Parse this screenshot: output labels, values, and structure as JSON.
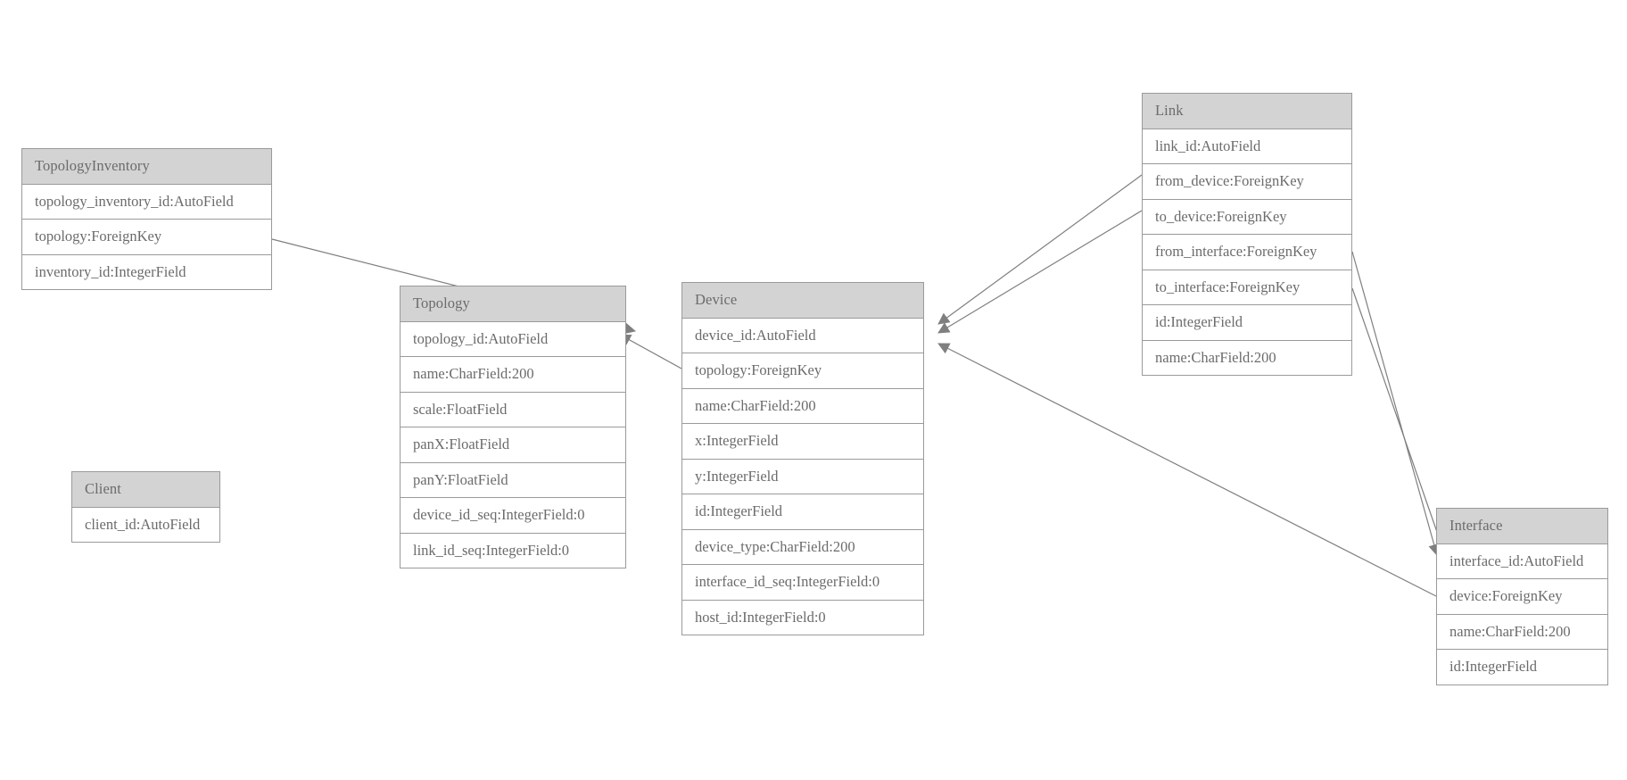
{
  "diagram": {
    "type": "django-model-er-diagram",
    "background": "#ffffff",
    "header_fill": "#d3d3d3",
    "border_color": "#9a9a9a",
    "text_color": "#6b6b6b",
    "edge_color": "#7f7f7f"
  },
  "entities": {
    "topology_inventory": {
      "name": "TopologyInventory",
      "fields": [
        "topology_inventory_id:AutoField",
        "topology:ForeignKey",
        "inventory_id:IntegerField"
      ]
    },
    "client": {
      "name": "Client",
      "fields": [
        "client_id:AutoField"
      ]
    },
    "topology": {
      "name": "Topology",
      "fields": [
        "topology_id:AutoField",
        "name:CharField:200",
        "scale:FloatField",
        "panX:FloatField",
        "panY:FloatField",
        "device_id_seq:IntegerField:0",
        "link_id_seq:IntegerField:0"
      ]
    },
    "device": {
      "name": "Device",
      "fields": [
        "device_id:AutoField",
        "topology:ForeignKey",
        "name:CharField:200",
        "x:IntegerField",
        "y:IntegerField",
        "id:IntegerField",
        "device_type:CharField:200",
        "interface_id_seq:IntegerField:0",
        "host_id:IntegerField:0"
      ]
    },
    "link": {
      "name": "Link",
      "fields": [
        "link_id:AutoField",
        "from_device:ForeignKey",
        "to_device:ForeignKey",
        "from_interface:ForeignKey",
        "to_interface:ForeignKey",
        "id:IntegerField",
        "name:CharField:200"
      ]
    },
    "interface": {
      "name": "Interface",
      "fields": [
        "interface_id:AutoField",
        "device:ForeignKey",
        "name:CharField:200",
        "id:IntegerField"
      ]
    }
  },
  "relationships": [
    {
      "id": "rel-topologyinventory-topology",
      "from": "TopologyInventory.topology",
      "to": "Topology",
      "label": ""
    },
    {
      "id": "rel-device-topology",
      "from": "Device.topology",
      "to": "Topology",
      "label": ""
    },
    {
      "id": "rel-link-from-device",
      "from": "Link.from_device",
      "to": "Device",
      "label": ""
    },
    {
      "id": "rel-link-to-device",
      "from": "Link.to_device",
      "to": "Device",
      "label": ""
    },
    {
      "id": "rel-interface-device",
      "from": "Interface.device",
      "to": "Device",
      "label": ""
    },
    {
      "id": "rel-link-from-interface",
      "from": "Link.from_interface",
      "to": "Interface",
      "label": ""
    },
    {
      "id": "rel-link-to-interface",
      "from": "Link.to_interface",
      "to": "Interface",
      "label": ""
    }
  ]
}
